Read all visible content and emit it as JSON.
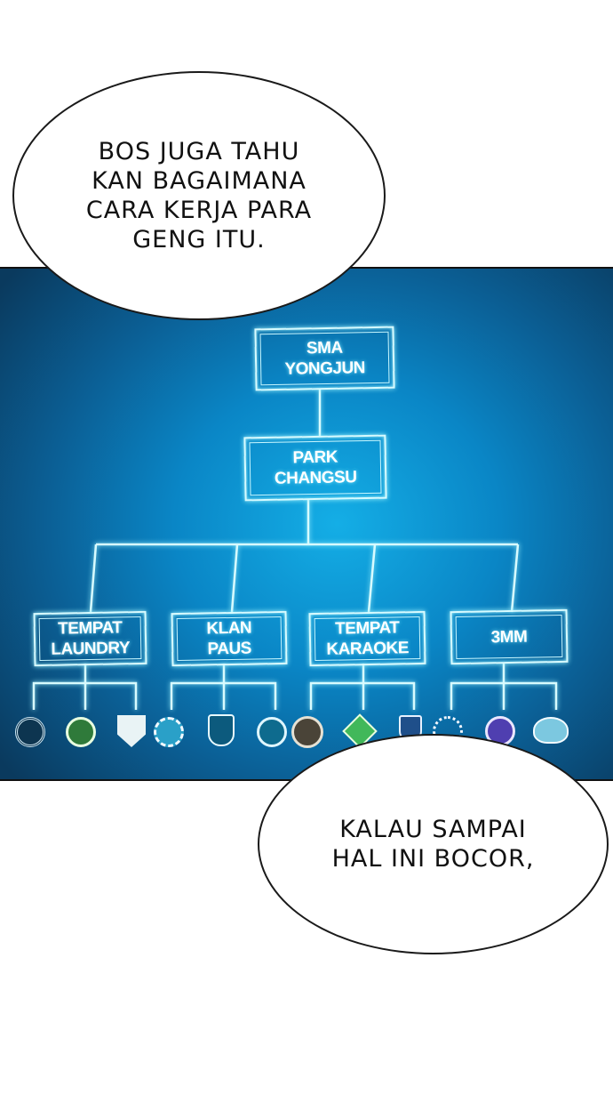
{
  "bubble_top": {
    "text": "BOS JUGA TAHU\nKAN BAGAIMANA\nCARA KERJA PARA\nGENG ITU."
  },
  "bubble_bottom": {
    "text": "KALAU SAMPAI\nHAL INI BOCOR,"
  },
  "org_chart": {
    "root": "SMA\nYONGJUN",
    "level2": "PARK\nCHANGSU",
    "branches": [
      {
        "label": "TEMPAT\nLAUNDRY",
        "emblems": [
          "emblem-circle",
          "emblem-green-circle",
          "emblem-shield"
        ]
      },
      {
        "label": "KLAN\nPAUS",
        "emblems": [
          "emblem-gear",
          "emblem-shield",
          "emblem-circle"
        ]
      },
      {
        "label": "TEMPAT\nKARAOKE",
        "emblems": [
          "emblem-dark-circle",
          "emblem-green-diamond",
          "emblem-shield"
        ]
      },
      {
        "label": "3MM",
        "emblems": [
          "emblem-wreath",
          "emblem-purple-circle",
          "emblem-wreath"
        ]
      }
    ]
  },
  "colors": {
    "panel_center": "#14aee6",
    "panel_edge": "#0a3a5e",
    "line": "#d8fbff"
  }
}
